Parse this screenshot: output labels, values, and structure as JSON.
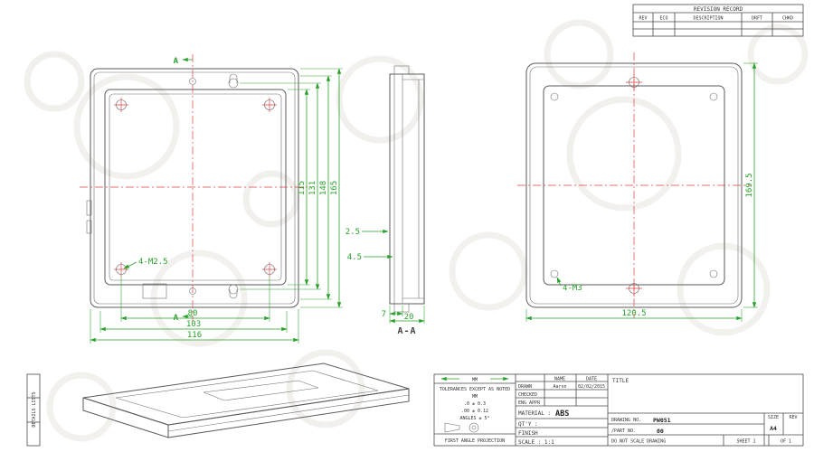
{
  "colors": {
    "line": "#5a5a5a",
    "dimension": "#2aa12a",
    "centerline": "#e04040",
    "background": "#ffffff"
  },
  "revision_table": {
    "title": "REVISION RECORD",
    "col_rev": "REV",
    "col_eco": "ECO",
    "col_description": "DESCRIPTION",
    "col_drft": "DRFT",
    "col_chkd": "CHKD"
  },
  "front_view": {
    "dim_115": "115",
    "dim_131": "131",
    "dim_148": "148",
    "dim_165": "165",
    "dim_80": "80",
    "dim_103": "103",
    "dim_116": "116",
    "thread_note": "4-M2.5",
    "section_label_top": "A",
    "section_label_bottom": "A"
  },
  "section_view": {
    "dim_wall": "2.5",
    "dim_rib": "4.5",
    "dim_lid": "7",
    "dim_depth": "20",
    "label": "A-A"
  },
  "back_view": {
    "dim_height": "169.5",
    "dim_width": "120.5",
    "thread_note": "4-M3"
  },
  "title_block": {
    "units_note": "MM",
    "tol_title": "TOLERANCES EXCEPT AS NOTED",
    "tol_unit": "MM",
    "tol_1": ".0  ± 0.3",
    "tol_2": ".00 ± 0.12",
    "tol_3": "ANGLES ± 5°",
    "projection": "FIRST ANGLE PROJECTION",
    "name_header": "NAME",
    "date_header": "DATE",
    "drawn_label": "DRAWN",
    "drawn_name": "Aaron",
    "drawn_date": "02/02/2015",
    "checked_label": "CHECKED",
    "eng_appr_label": "ENG APPR",
    "material_label": "MATERIAL :",
    "material_value": "ABS",
    "qty_label": "QT'Y :",
    "finish_label": "FINISH",
    "scale_label": "SCALE : 1:1",
    "title_label": "TITLE",
    "drawing_no_label": "DRAWING NO.",
    "drawing_no_value": "PW051",
    "part_no_label": "/PART NO.",
    "part_no_value": "00",
    "do_not_scale": "DO NOT SCALE DRAWING",
    "sheet_label": "SHEET 1",
    "of_label": "OF 1",
    "size_label": "SIZE",
    "size_value": "A4",
    "rev_label": "REV"
  },
  "side_strip": {
    "label": "DETAILS LISTS"
  }
}
